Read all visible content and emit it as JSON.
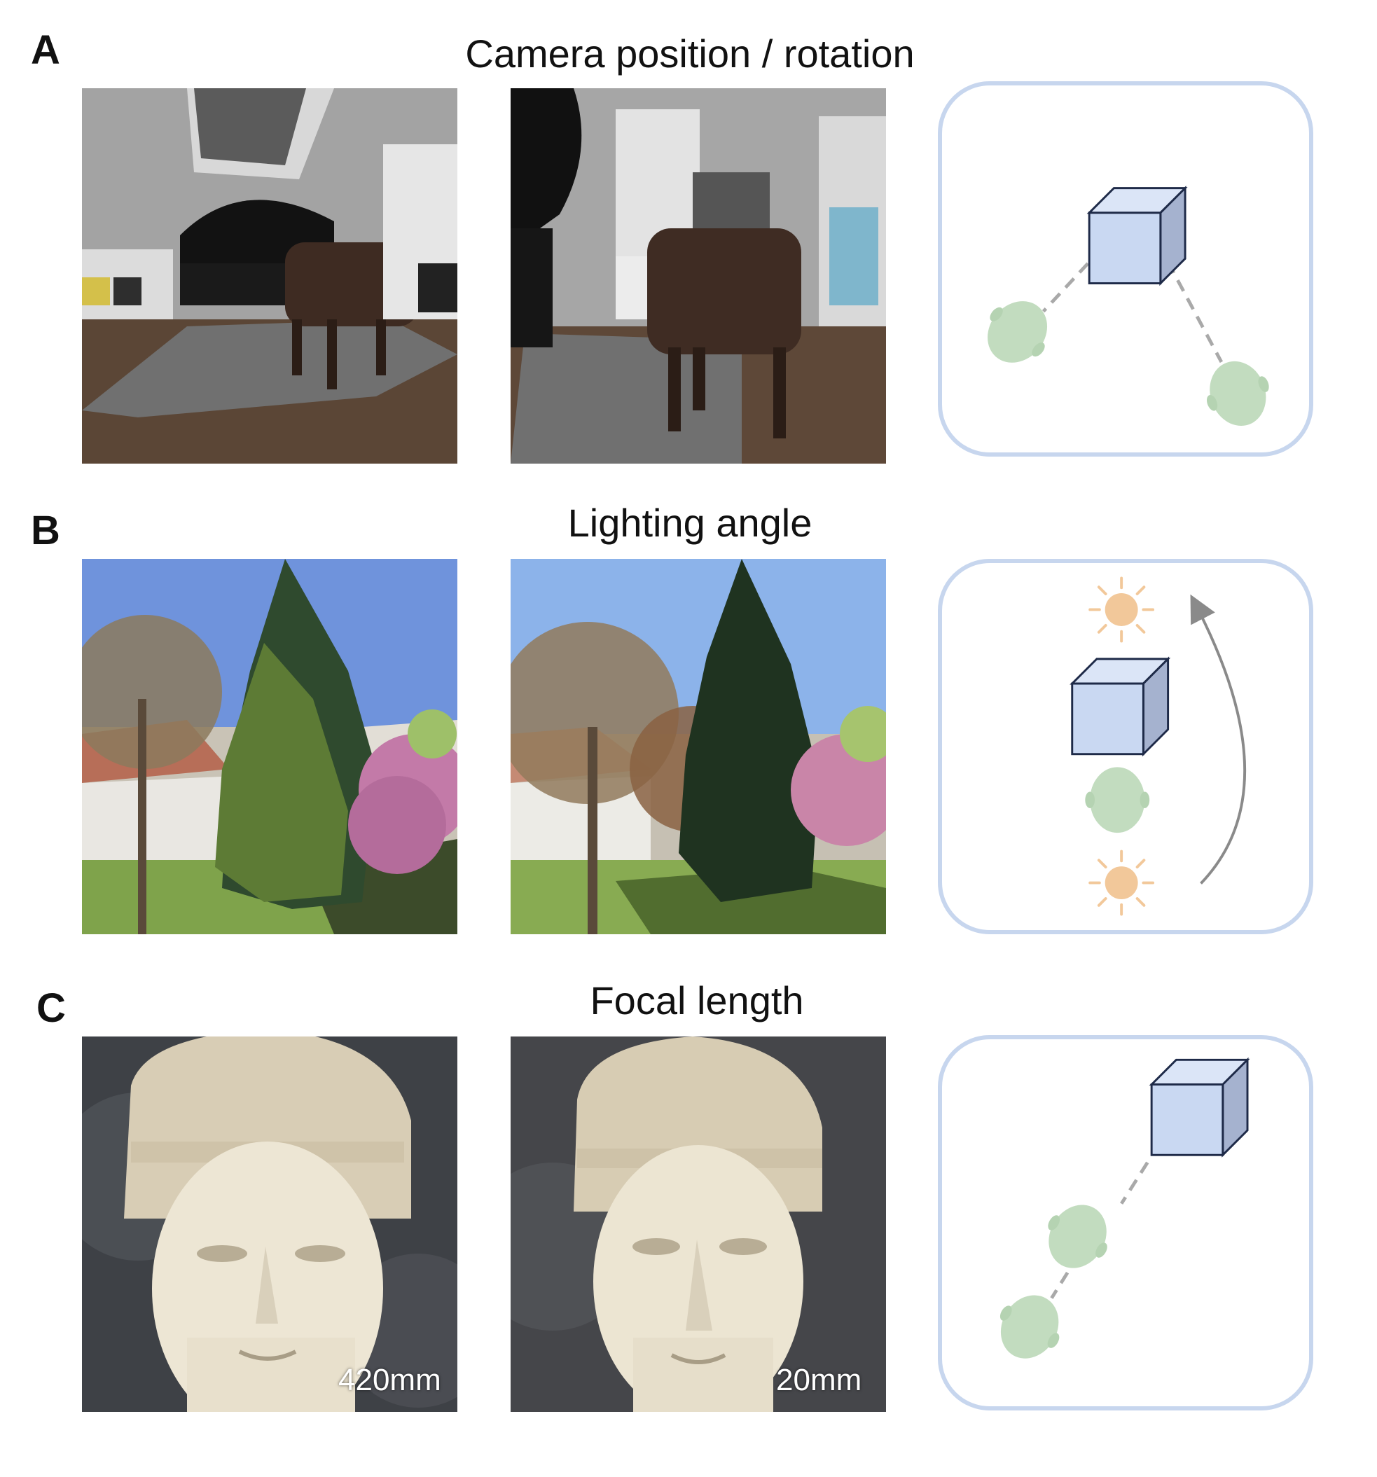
{
  "panels": [
    {
      "letter": "A",
      "title": "Camera position / rotation"
    },
    {
      "letter": "B",
      "title": "Lighting angle"
    },
    {
      "letter": "C",
      "title": "Focal length",
      "focal_lengths": [
        "420mm",
        "20mm"
      ]
    }
  ],
  "icons": {
    "object": "cube-icon",
    "viewer": "head-icon",
    "light": "sun-icon",
    "path": "curved-arrow-icon"
  },
  "colors": {
    "frame": "#c7d6ee",
    "cube_front": "#c9d8f2",
    "cube_side": "#a5b2cf",
    "cube_top": "#dbe5f7",
    "cube_stroke": "#1e2a48",
    "head": "#c2dcbf",
    "sun": "#f2c89a",
    "dash": "#a9a9a9",
    "arrow": "#8a8a8a"
  }
}
